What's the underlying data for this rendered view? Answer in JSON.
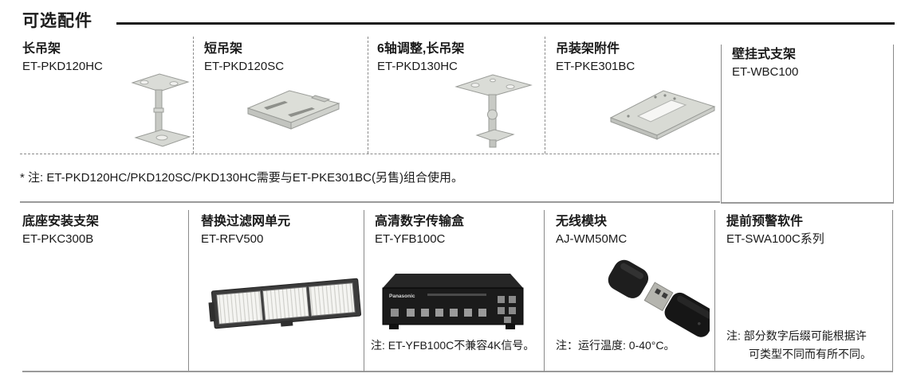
{
  "section": {
    "title": "可选配件"
  },
  "top_row": {
    "cells": [
      {
        "name": "长吊架",
        "model": "ET-PKD120HC"
      },
      {
        "name": "短吊架",
        "model": "ET-PKD120SC"
      },
      {
        "name": "6轴调整,长吊架",
        "model": "ET-PKD130HC"
      },
      {
        "name": "吊装架附件",
        "model": "ET-PKE301BC"
      },
      {
        "name": "壁挂式支架",
        "model": "ET-WBC100"
      }
    ],
    "note": "* 注: ET-PKD120HC/PKD120SC/PKD130HC需要与ET-PKE301BC(另售)组合使用。"
  },
  "bottom_row": {
    "cells": [
      {
        "name": "底座安装支架",
        "model": "ET-PKC300B"
      },
      {
        "name": "替换过滤网单元",
        "model": "ET-RFV500"
      },
      {
        "name": "高清数字传输盒",
        "model": "ET-YFB100C",
        "note": "注: ET-YFB100C不兼容4K信号。"
      },
      {
        "name": "无线模块",
        "model": "AJ-WM50MC",
        "note": "注：运行温度: 0-40°C。"
      },
      {
        "name": "提前预警软件",
        "model": "ET-SWA100C系列",
        "note_line1": "注: 部分数字后缀可能根据许",
        "note_line2": "可类型不同而有所不同。"
      }
    ]
  },
  "images": {
    "et_pkd120hc": "ceiling-mount-long-photo",
    "et_pkd120sc": "ceiling-mount-short-photo",
    "et_pkd130hc": "ceiling-mount-6axis-photo",
    "et_pke301bc": "mount-base-plate-photo",
    "et_rfv500": "replacement-filter-unit-photo",
    "et_yfb100c": "digital-interface-box-photo",
    "aj_wm50mc": "usb-wireless-module-photo"
  }
}
